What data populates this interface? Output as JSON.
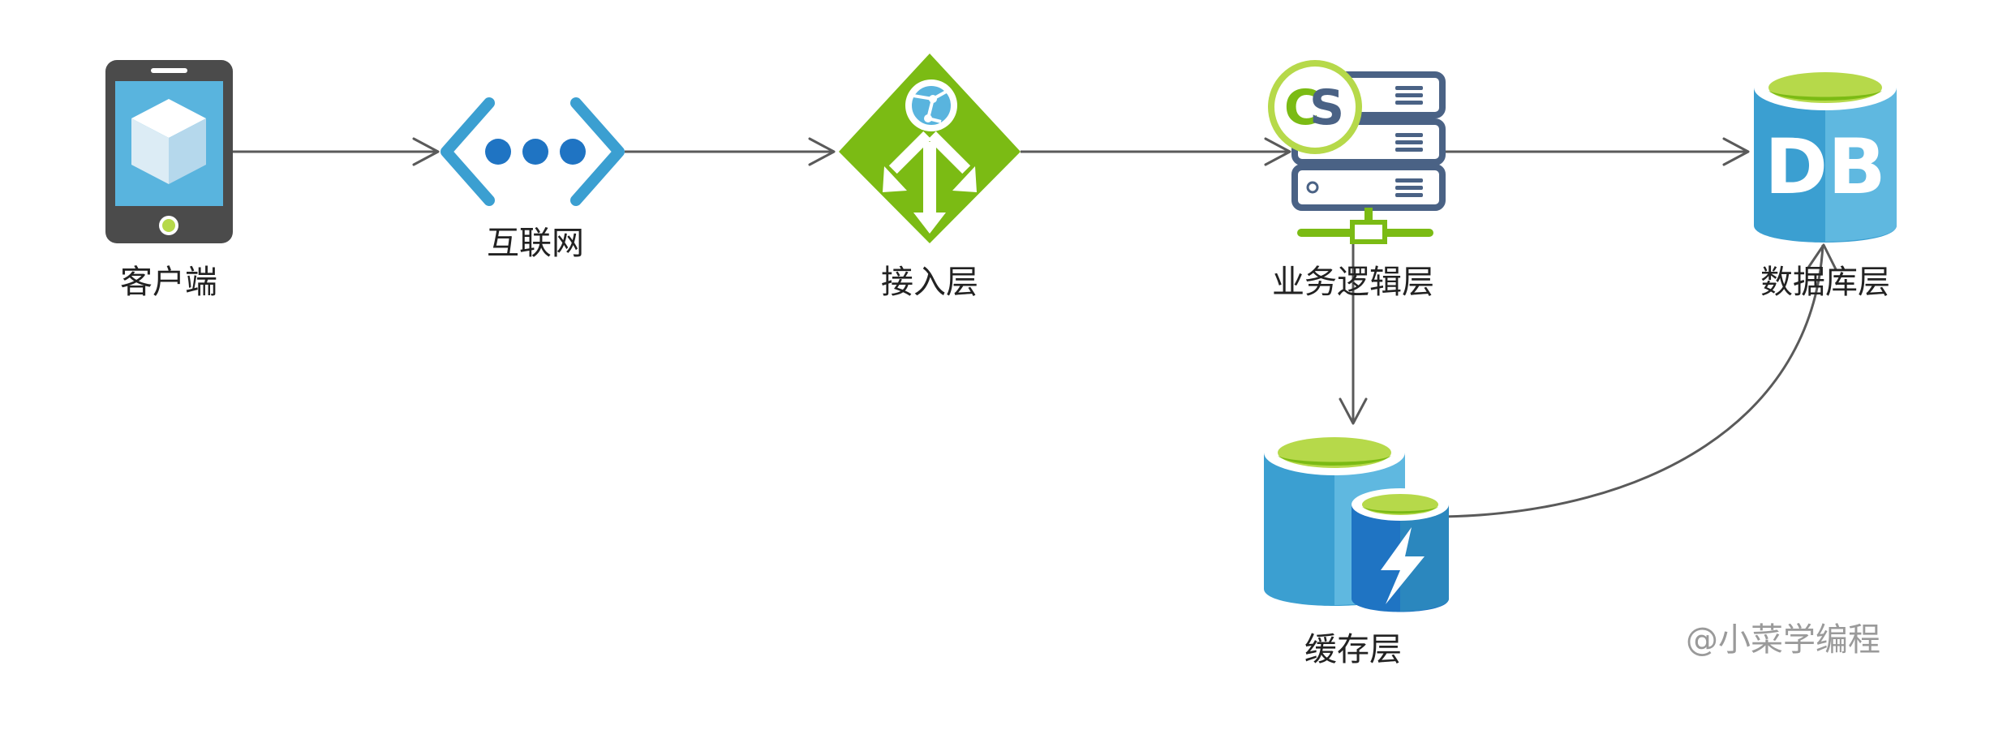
{
  "nodes": {
    "client": {
      "label": "客户端",
      "icon": "mobile-phone-icon"
    },
    "internet": {
      "label": "互联网",
      "icon": "network-dots-icon"
    },
    "access": {
      "label": "接入层",
      "icon": "load-balancer-icon"
    },
    "logic": {
      "label": "业务逻辑层",
      "icon": "cs-server-icon",
      "badge": "CS"
    },
    "database": {
      "label": "数据库层",
      "icon": "database-icon",
      "badge": "DB"
    },
    "cache": {
      "label": "缓存层",
      "icon": "cache-database-icon"
    }
  },
  "watermark": "@小菜学编程",
  "colors": {
    "blue": "#3b9fd1",
    "blue_dark": "#2b87be",
    "blue_light": "#5fb8e0",
    "green": "#7bbb14",
    "green_light": "#b6d94a",
    "slate": "#4a6285",
    "edge": "#5a5a5a"
  }
}
